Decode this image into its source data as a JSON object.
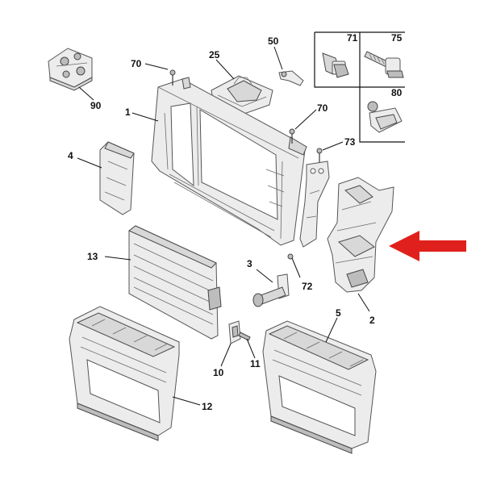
{
  "callouts": {
    "p70a": "70",
    "p25": "25",
    "p50": "50",
    "p90": "90",
    "p1": "1",
    "p70b": "70",
    "p73": "73",
    "p4": "4",
    "p13": "13",
    "p3": "3",
    "p72": "72",
    "p2": "2",
    "p5": "5",
    "p10": "10",
    "p11": "11",
    "p12": "12",
    "inset71": "71",
    "inset75": "75",
    "inset80": "80"
  },
  "colors": {
    "arrow": "#e0201c",
    "line": "#111111",
    "part_fill": "#e6e6e6"
  }
}
